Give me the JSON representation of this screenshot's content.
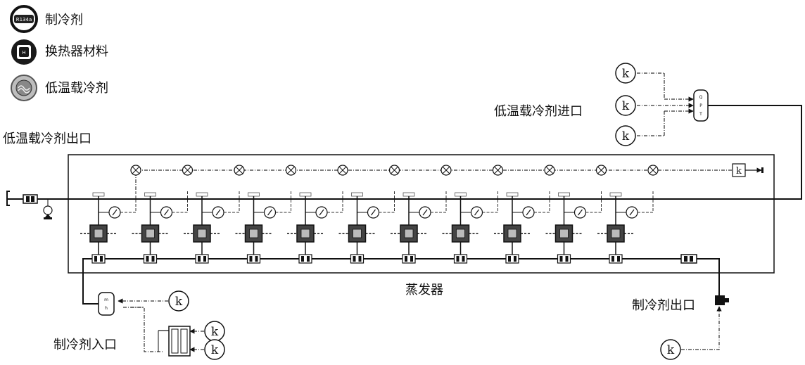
{
  "legend": {
    "refrigerant": {
      "label": "制冷剂",
      "icon": "R134a",
      "color": "#222222"
    },
    "hx_material": {
      "label": "换热器材料",
      "icon": "H",
      "color": "#1a1a1a"
    },
    "coolant": {
      "label": "低温载冷剂",
      "icon": "coolant-pattern",
      "color": "#888888"
    }
  },
  "labels": {
    "coolant_inlet": "低温载冷剂进口",
    "coolant_outlet": "低温载冷剂出口",
    "evaporator": "蒸发器",
    "refrigerant_outlet": "制冷剂出口",
    "refrigerant_inlet": "制冷剂入口"
  },
  "constant_symbol": "k",
  "cell_count": 11
}
